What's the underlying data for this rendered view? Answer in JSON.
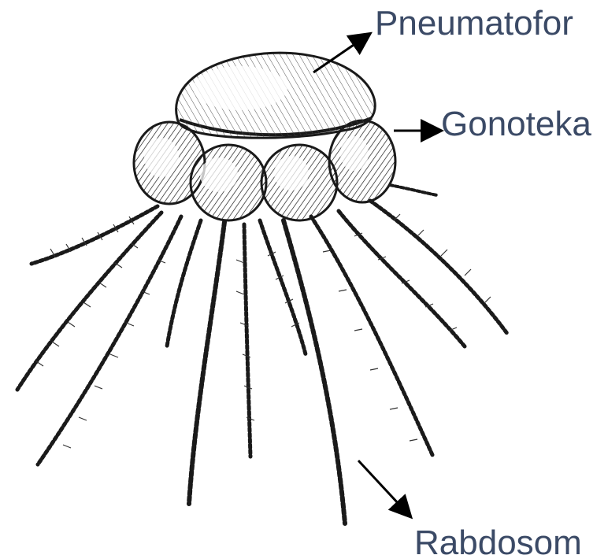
{
  "labels": {
    "pneumatophore": "Pneumatofor",
    "gonotheca": "Gonoteka",
    "rhabdosome": "Rabdosom"
  },
  "colors": {
    "label_text": "#3b4a66",
    "ink": "#1a1a1a",
    "arrow": "#000000"
  }
}
